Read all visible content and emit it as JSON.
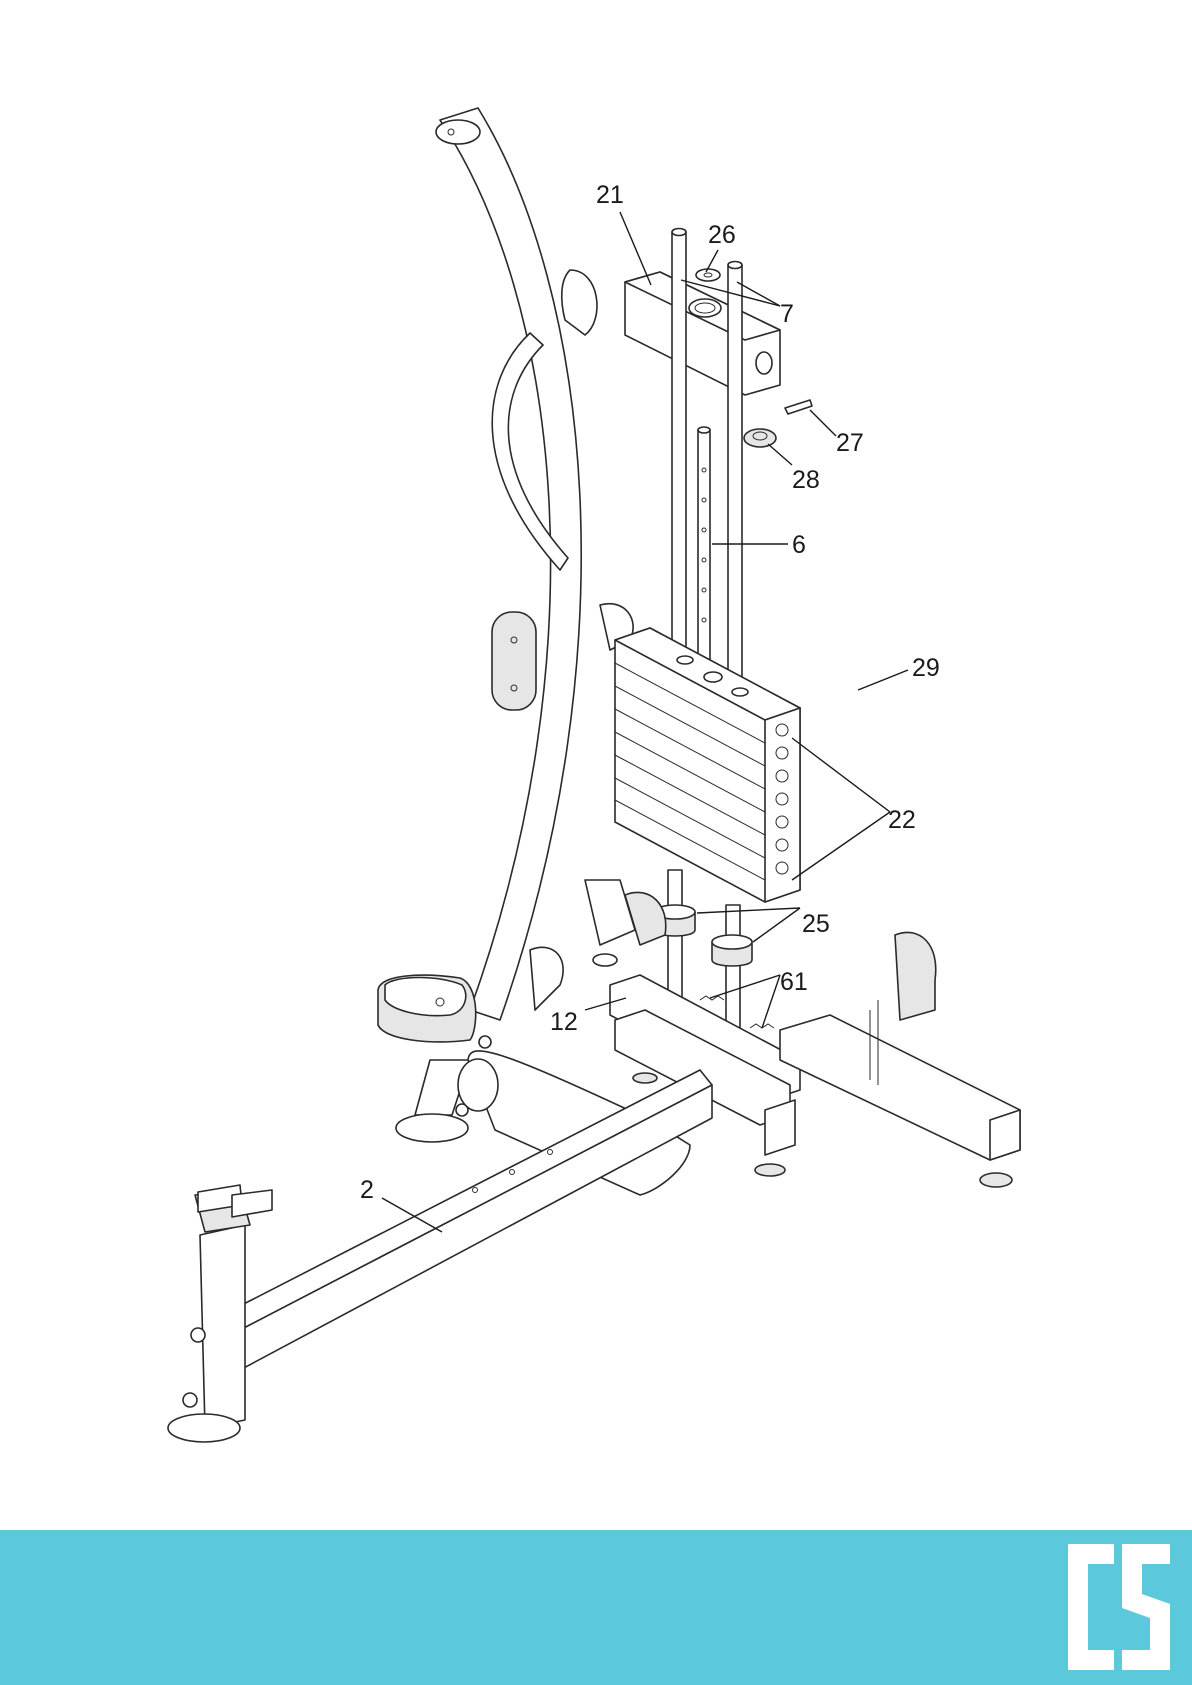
{
  "callouts": {
    "c21": "21",
    "c26": "26",
    "c7": "7",
    "c27": "27",
    "c28": "28",
    "c6": "6",
    "c29": "29",
    "c22": "22",
    "c25": "25",
    "c61": "61",
    "c12": "12",
    "c2": "2"
  },
  "brand": {
    "logo_text": "CS",
    "footer_color": "#5bc8db"
  }
}
